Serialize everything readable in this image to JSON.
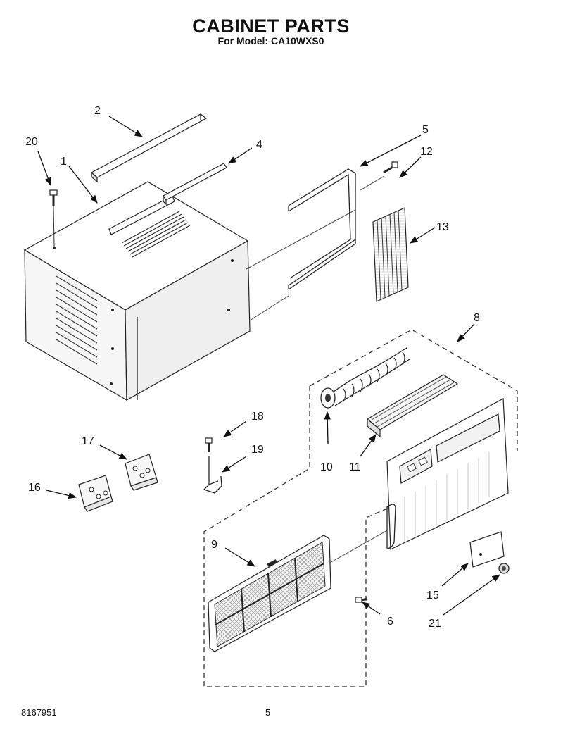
{
  "header": {
    "title": "CABINET PARTS",
    "subtitle": "For Model: CA10WXS0"
  },
  "footer": {
    "part_number": "8167951",
    "page_number": "5"
  },
  "callouts": [
    "1",
    "2",
    "4",
    "5",
    "6",
    "8",
    "9",
    "10",
    "11",
    "12",
    "13",
    "15",
    "16",
    "17",
    "18",
    "19",
    "20",
    "21"
  ]
}
